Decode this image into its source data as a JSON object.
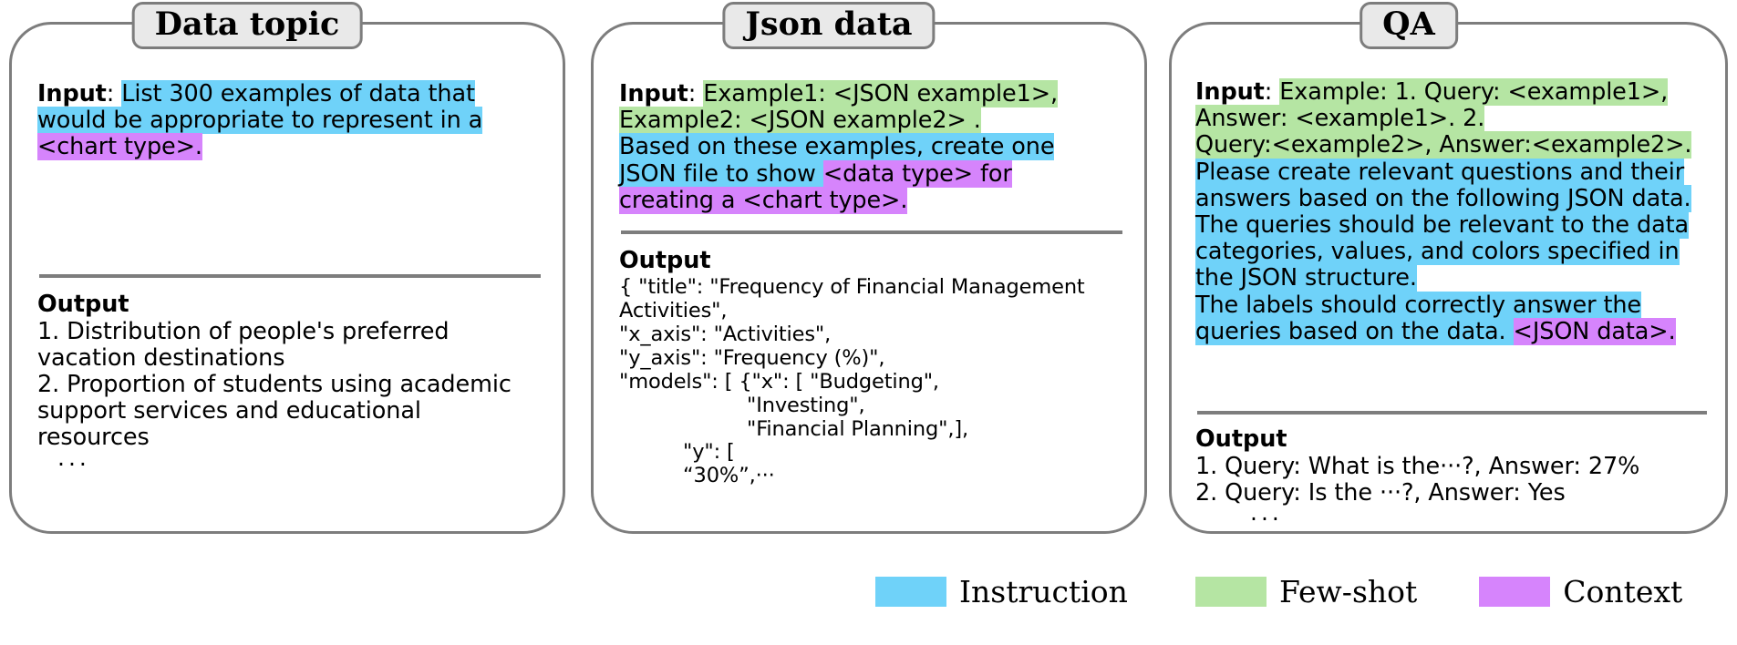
{
  "panels": [
    {
      "title": "Data topic",
      "input_label": "Input",
      "input_lines": [
        [
          {
            "t": "Input",
            "style": "label"
          },
          {
            "t": ": ",
            "style": "plain"
          },
          {
            "t": "List 300 examples of data that",
            "style": "blue"
          }
        ],
        [
          {
            "t": "would be appropriate to represent in a",
            "style": "blue"
          }
        ],
        [
          {
            "t": "<chart type>.",
            "style": "purple"
          }
        ]
      ],
      "output_label": "Output",
      "output_lines": [
        "1. Distribution of people's preferred",
        "vacation destinations",
        "2. Proportion of students using academic",
        "support services and educational",
        "resources"
      ],
      "output_ellipsis": "···"
    },
    {
      "title": "Json data",
      "input_label": "Input",
      "input_lines": [
        [
          {
            "t": "Input",
            "style": "label"
          },
          {
            "t": ": ",
            "style": "plain"
          },
          {
            "t": "Example1: <JSON example1>,",
            "style": "green"
          }
        ],
        [
          {
            "t": "Example2: <JSON example2> .",
            "style": "green"
          }
        ],
        [
          {
            "t": "Based on these examples, create one",
            "style": "blue"
          }
        ],
        [
          {
            "t": "JSON file to show ",
            "style": "blue"
          },
          {
            "t": "<data type> for",
            "style": "purple"
          }
        ],
        [
          {
            "t": "creating a <chart type>.",
            "style": "purple"
          }
        ]
      ],
      "output_label": "Output",
      "json_lines": [
        "{ \"title\": \"Frequency of Financial Management",
        "Activities\",",
        "\"x_axis\": \"Activities\",",
        "\"y_axis\": \"Frequency (%)\",",
        "\"models\": [ {\"x\": [ \"Budgeting\",",
        "                    \"Investing\",",
        "                    \"Financial Planning\",],",
        "          \"y\": [",
        "          “30%”,···"
      ]
    },
    {
      "title": "QA",
      "input_label": "Input",
      "input_lines": [
        [
          {
            "t": "Input",
            "style": "label"
          },
          {
            "t": ": ",
            "style": "plain"
          },
          {
            "t": "Example: 1. Query: <example1>,",
            "style": "green"
          }
        ],
        [
          {
            "t": "Answer: <example1>. 2.",
            "style": "green"
          }
        ],
        [
          {
            "t": "Query:<example2>, Answer:<example2>.",
            "style": "green"
          }
        ],
        [
          {
            "t": "Please create relevant questions and their",
            "style": "blue"
          }
        ],
        [
          {
            "t": "answers based on the following JSON data.",
            "style": "blue"
          }
        ],
        [
          {
            "t": "The queries should be relevant to the data",
            "style": "blue"
          }
        ],
        [
          {
            "t": "categories, values, and colors specified in",
            "style": "blue"
          }
        ],
        [
          {
            "t": "the JSON structure.",
            "style": "blue"
          }
        ],
        [
          {
            "t": "The labels should correctly answer the",
            "style": "blue"
          }
        ],
        [
          {
            "t": "queries based on the data. ",
            "style": "blue"
          },
          {
            "t": "<JSON data>.",
            "style": "purple"
          }
        ]
      ],
      "output_label": "Output",
      "output_lines": [
        "1. Query: What is the···?, Answer: 27%",
        "2. Query: Is the ···?, Answer: Yes"
      ],
      "output_ellipsis": "···"
    }
  ],
  "legend": {
    "items": [
      {
        "label": "Instruction",
        "color": "#6fd2f9"
      },
      {
        "label": "Few-shot",
        "color": "#b5e5a3"
      },
      {
        "label": "Context",
        "color": "#d684fc"
      }
    ]
  },
  "colors": {
    "instruction": "#6fd2f9",
    "few_shot": "#b5e5a3",
    "context": "#d684fc",
    "panel_border": "#7d7d7d",
    "title_fill": "#e9e9e9"
  }
}
